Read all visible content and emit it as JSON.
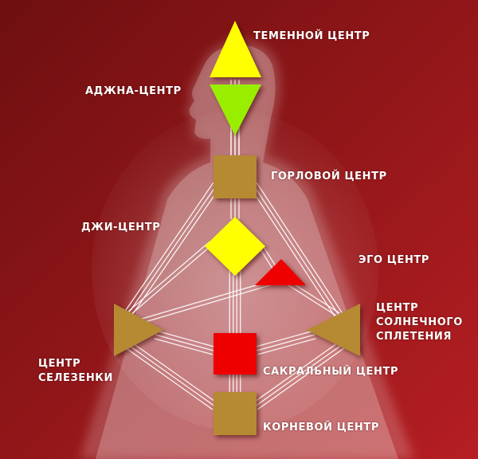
{
  "centers": [
    {
      "id": "crown",
      "label": "ТЕМЕННОЙ ЦЕНТР",
      "color": "#ffff00",
      "shape": "triangle-up"
    },
    {
      "id": "ajna",
      "label": "АДЖНА-ЦЕНТР",
      "color": "#99ee00",
      "shape": "triangle-down"
    },
    {
      "id": "throat",
      "label": "ГОРЛОВОЙ ЦЕНТР",
      "color": "#b58a33",
      "shape": "square"
    },
    {
      "id": "g",
      "label": "ДЖИ-ЦЕНТР",
      "color": "#ffff00",
      "shape": "diamond"
    },
    {
      "id": "ego",
      "label": "ЭГО ЦЕНТР",
      "color": "#ee0000",
      "shape": "triangle-small"
    },
    {
      "id": "solar",
      "label": "ЦЕНТР СОЛНЕЧНОГО СПЛЕТЕНИЯ",
      "lines": [
        "ЦЕНТР",
        "СОЛНЕЧНОГО",
        "СПЛЕТЕНИЯ"
      ],
      "color": "#b58a33",
      "shape": "triangle-left"
    },
    {
      "id": "spleen",
      "label": "ЦЕНТР СЕЛЕЗЕНКИ",
      "lines": [
        "ЦЕНТР",
        "СЕЛЕЗЕНКИ"
      ],
      "color": "#b58a33",
      "shape": "triangle-right"
    },
    {
      "id": "sacral",
      "label": "САКРАЛЬНЫЙ ЦЕНТР",
      "color": "#ee0000",
      "shape": "square"
    },
    {
      "id": "root",
      "label": "КОРНЕВОЙ ЦЕНТР",
      "color": "#b58a33",
      "shape": "square"
    }
  ],
  "colors": {
    "background_dark": "#6e0f10",
    "background_light": "#b51e22",
    "silhouette": "#ffffff",
    "channel_line": "#ffffff"
  }
}
